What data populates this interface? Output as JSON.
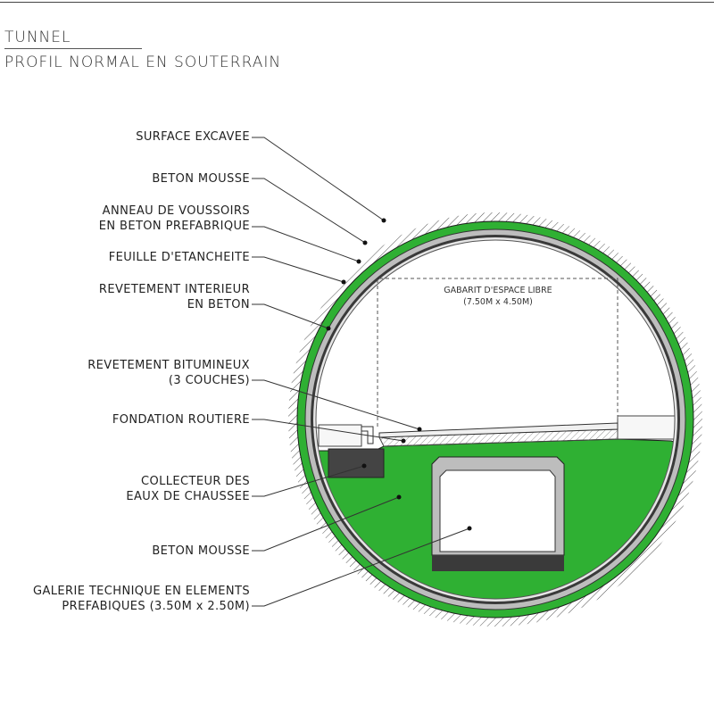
{
  "title": {
    "line1": "TUNNEL",
    "line2": "PROFIL NORMAL EN SOUTERRAIN"
  },
  "clearance": {
    "line1": "GABARIT D'ESPACE LIBRE",
    "line2": "(7.50M x 4.50M)"
  },
  "labels": [
    {
      "id": "surface-excavee",
      "lines": [
        "SURFACE EXCAVEE"
      ]
    },
    {
      "id": "beton-mousse-top",
      "lines": [
        "BETON MOUSSE"
      ]
    },
    {
      "id": "anneau-voussoirs",
      "lines": [
        "ANNEAU DE VOUSSOIRS",
        "EN BETON PREFABRIQUE"
      ]
    },
    {
      "id": "feuille-etancheite",
      "lines": [
        "FEUILLE D'ETANCHEITE"
      ]
    },
    {
      "id": "revetement-interieur",
      "lines": [
        "REVETEMENT INTERIEUR",
        "EN BETON"
      ]
    },
    {
      "id": "revetement-bitumineux",
      "lines": [
        "REVETEMENT BITUMINEUX",
        "(3 COUCHES)"
      ]
    },
    {
      "id": "fondation-routiere",
      "lines": [
        "FONDATION ROUTIERE"
      ]
    },
    {
      "id": "collecteur",
      "lines": [
        "COLLECTEUR DES",
        "EAUX DE CHAUSSEE"
      ]
    },
    {
      "id": "beton-mousse-bottom",
      "lines": [
        "BETON MOUSSE"
      ]
    },
    {
      "id": "galerie-technique",
      "lines": [
        "GALERIE TECHNIQUE EN ELEMENTS",
        "PREFABIQUES (3.50M x 2.50M)"
      ]
    }
  ],
  "colors": {
    "foam_concrete": "#2fb033",
    "segment_ring": "#bdbdbd",
    "waterproofing": "#3a3a3a",
    "lining": "#e6e6e6",
    "drain": "#444444",
    "rock_hatch": "#555555"
  }
}
